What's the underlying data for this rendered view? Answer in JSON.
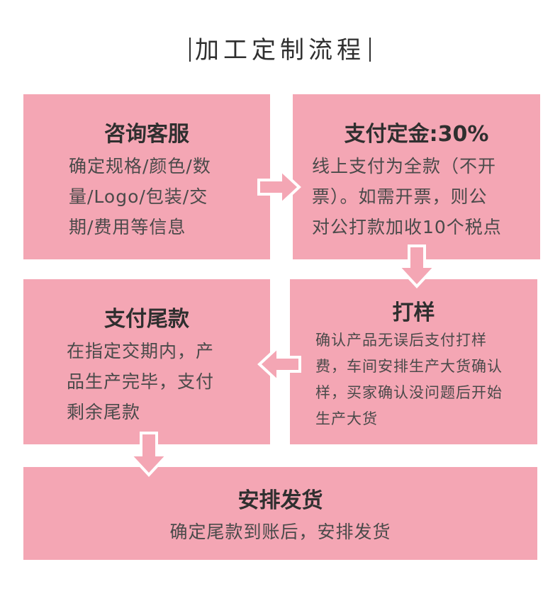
{
  "title": "加工定制流程",
  "steps": [
    {
      "head": "咨询客服",
      "lines": [
        "确定规格/颜色/数",
        "量/Logo/包装/交",
        "期/费用等信息"
      ]
    },
    {
      "head": "支付定金:30%",
      "lines": [
        "线上支付为全款（不开",
        "票）。如需开票，则公",
        "对公打款加收10个税点"
      ]
    },
    {
      "head": "支付尾款",
      "lines": [
        "在指定交期内，产",
        "品生产完毕，支付",
        "剩余尾款"
      ]
    },
    {
      "head": "打样",
      "lines": [
        "确认产品无误后支付打样",
        "费，车间安排生产大货确认",
        "样，买家确认没问题后开始",
        "生产大货"
      ]
    },
    {
      "head": "安排发货",
      "lines": [
        "确定尾款到账后，安排发货"
      ]
    }
  ],
  "colors": {
    "box": "#f4a6b4",
    "arrow_fill": "#f4a6b4",
    "arrow_stroke": "#ffffff"
  }
}
